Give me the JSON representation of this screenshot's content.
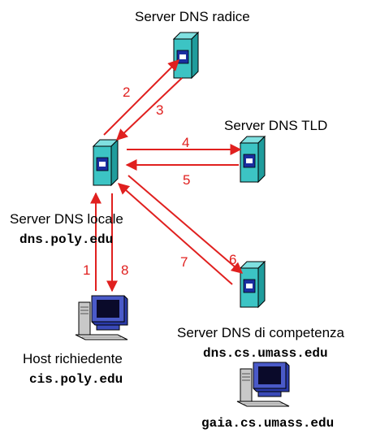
{
  "colors": {
    "arrow": "#e0201f",
    "server_side": "#1f9c9c",
    "server_front": "#3cc4c4",
    "server_panel": "#1a2ea0"
  },
  "nodes": {
    "root": {
      "title": "Server DNS radice",
      "icon": "server-icon"
    },
    "tld": {
      "title": "Server DNS TLD",
      "icon": "server-icon"
    },
    "local": {
      "title": "Server DNS locale",
      "host": "dns.poly.edu",
      "icon": "server-icon"
    },
    "authoritative": {
      "title": "Server DNS di competenza",
      "host": "dns.cs.umass.edu",
      "icon": "server-icon"
    },
    "requesting": {
      "title": "Host richiedente",
      "host": "cis.poly.edu",
      "icon": "desktop-computer-icon"
    },
    "target": {
      "host": "gaia.cs.umass.edu",
      "icon": "desktop-computer-icon"
    }
  },
  "steps": [
    "1",
    "2",
    "3",
    "4",
    "5",
    "6",
    "7",
    "8"
  ]
}
